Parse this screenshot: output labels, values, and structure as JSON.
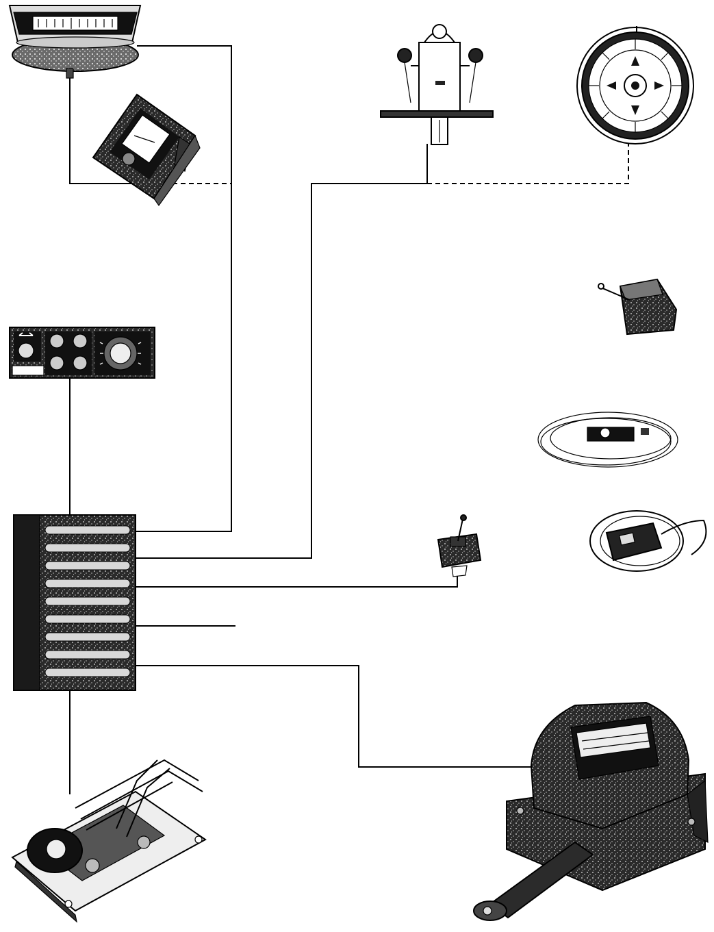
{
  "diagram": {
    "style": "monochrome line-art system schematic",
    "ink_color": "#000000",
    "paper_color": "#ffffff",
    "components": [
      {
        "id": "overhead-rudder-angle-indicator",
        "icon": "dial-indicator-icon"
      },
      {
        "id": "bulkhead-indicator",
        "icon": "meter-box-icon"
      },
      {
        "id": "steering-stand",
        "icon": "binnacle-icon"
      },
      {
        "id": "gyro-compass-repeater",
        "icon": "compass-icon"
      },
      {
        "id": "control-panel",
        "icon": "panel-icon"
      },
      {
        "id": "remote-tiller-lever",
        "icon": "lever-icon"
      },
      {
        "id": "portable-control-coiled",
        "icon": "cable-coil-icon"
      },
      {
        "id": "portable-control-handheld",
        "icon": "handheld-control-icon"
      },
      {
        "id": "jog-lever",
        "icon": "joystick-icon"
      },
      {
        "id": "electronic-cabinet",
        "icon": "cabinet-icon"
      },
      {
        "id": "solenoid-valve-assembly",
        "icon": "valve-icon"
      },
      {
        "id": "rudder-feedback-unit",
        "icon": "feedback-unit-icon"
      }
    ],
    "connections": [
      {
        "from": "electronic-cabinet",
        "to": "overhead-rudder-angle-indicator",
        "style": "solid"
      },
      {
        "from": "overhead-rudder-angle-indicator",
        "to": "bulkhead-indicator",
        "style": "solid"
      },
      {
        "from": "bulkhead-indicator",
        "to": "electronic-cabinet",
        "style": "dashed"
      },
      {
        "from": "electronic-cabinet",
        "to": "steering-stand",
        "style": "solid"
      },
      {
        "from": "steering-stand",
        "to": "gyro-compass-repeater",
        "style": "dashed"
      },
      {
        "from": "control-panel",
        "to": "electronic-cabinet",
        "style": "solid"
      },
      {
        "from": "electronic-cabinet",
        "to": "jog-lever",
        "style": "solid"
      },
      {
        "from": "electronic-cabinet",
        "to": "open-spare-line",
        "style": "solid"
      },
      {
        "from": "electronic-cabinet",
        "to": "rudder-feedback-unit",
        "style": "solid"
      },
      {
        "from": "electronic-cabinet",
        "to": "solenoid-valve-assembly",
        "style": "solid"
      }
    ]
  }
}
